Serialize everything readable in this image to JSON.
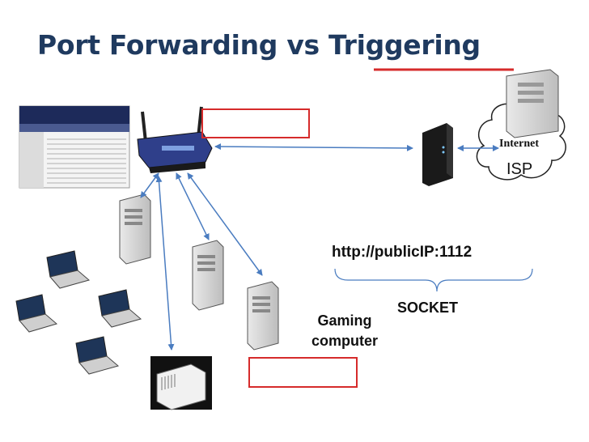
{
  "title": "Port Forwarding vs Triggering",
  "labels": {
    "url": "http://publicIP:1112",
    "socket": "SOCKET",
    "gaming_line1": "Gaming",
    "gaming_line2": "computer",
    "isp": "ISP",
    "internet": "Internet"
  },
  "colors": {
    "title": "#1f3a5f",
    "arrow": "#4a7cc0",
    "highlight": "#d62b2b"
  },
  "icons": [
    "router-config-screenshot-icon",
    "wireless-router-icon",
    "modem-icon",
    "cloud-icon",
    "server-tower-icon",
    "laptop-icon",
    "desktop-tower-icon",
    "printer-box-icon"
  ]
}
